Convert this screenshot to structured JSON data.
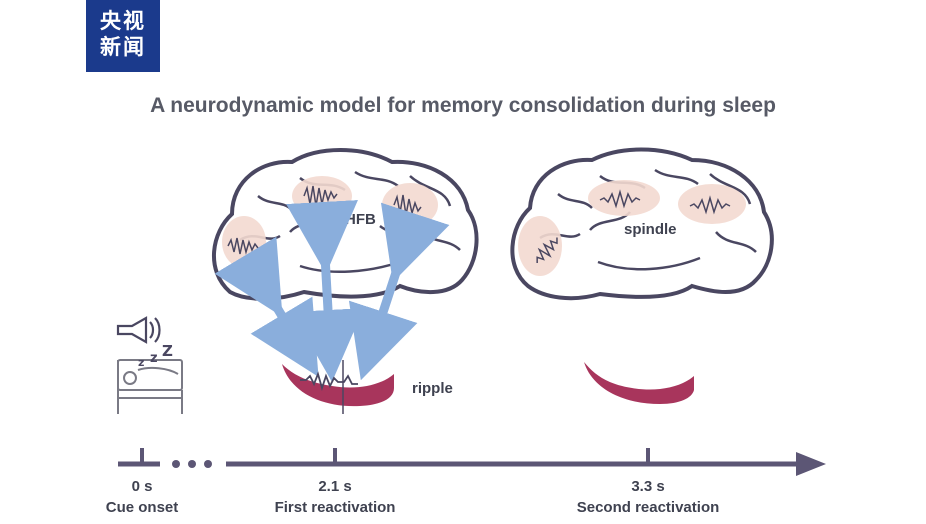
{
  "logo": {
    "line1": "央视",
    "line2": "新闻"
  },
  "title": "A neurodynamic model for memory consolidation during sleep",
  "labels": {
    "hfb": "HFB",
    "spindle": "spindle",
    "ripple": "ripple"
  },
  "timeline": [
    {
      "time": "0 s",
      "event": "Cue onset"
    },
    {
      "time": "2.1 s",
      "event": "First reactivation"
    },
    {
      "time": "3.3 s",
      "event": "Second reactivation"
    }
  ],
  "colors": {
    "outline": "#4a4761",
    "blob": "#f3d9d0",
    "arrow": "#8aaedc",
    "hippocampus": "#a8355c",
    "timeline": "#5c5675",
    "logo": "#1b3a8c"
  },
  "icons": [
    "megaphone-icon",
    "sleeping-person-icon",
    "zzz-icon"
  ]
}
